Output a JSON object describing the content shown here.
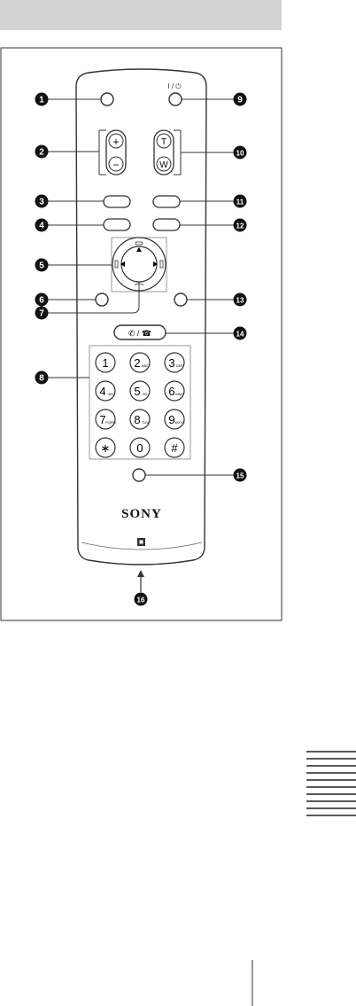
{
  "header_band": {
    "color": "#d3d3d3"
  },
  "remote": {
    "power_label": "I / ⏻",
    "zoom_tele": "T",
    "zoom_wide": "W",
    "volume_plus": "+",
    "volume_minus": "−",
    "phone_label": "✆ / ☎",
    "brand": "SONY",
    "keypad": [
      {
        "digit": "1",
        "letters": ""
      },
      {
        "digit": "2",
        "letters": "ABC"
      },
      {
        "digit": "3",
        "letters": "DEF"
      },
      {
        "digit": "4",
        "letters": "GHI"
      },
      {
        "digit": "5",
        "letters": "JKL"
      },
      {
        "digit": "6",
        "letters": "MNO"
      },
      {
        "digit": "7",
        "letters": "PQRS"
      },
      {
        "digit": "8",
        "letters": "TUV"
      },
      {
        "digit": "9",
        "letters": "WXYZ"
      },
      {
        "digit": "∗",
        "letters": ""
      },
      {
        "digit": "0",
        "letters": ""
      },
      {
        "digit": "#",
        "letters": ""
      }
    ]
  },
  "callouts": [
    "1",
    "2",
    "3",
    "4",
    "5",
    "6",
    "7",
    "8",
    "9",
    "10",
    "11",
    "12",
    "13",
    "14",
    "15",
    "16"
  ],
  "side_tab": {
    "lines": 10
  }
}
